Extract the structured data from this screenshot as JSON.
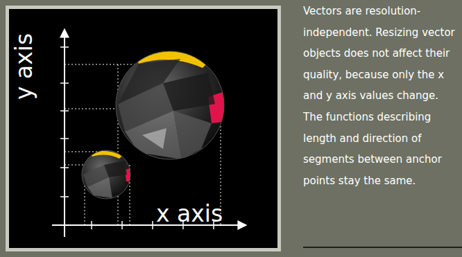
{
  "diagram": {
    "caption": "Vectors are resolution-independent. Resizing vector objects does not affect their quality, because only the x and y axis values change. The functions describing length and direction of segments between anchor points stay the same.",
    "labels": [
      "y axis",
      "x axis"
    ]
  }
}
